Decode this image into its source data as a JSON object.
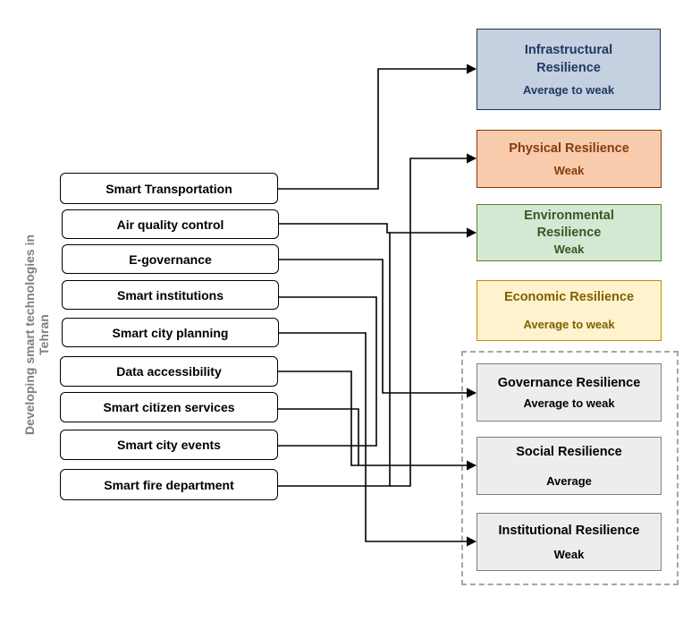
{
  "side_label": "Developing smart technologies in Tehran",
  "technologies": [
    {
      "label": "Smart Transportation"
    },
    {
      "label": "Air quality control"
    },
    {
      "label": "E-governance"
    },
    {
      "label": "Smart institutions"
    },
    {
      "label": "Smart city planning"
    },
    {
      "label": "Data accessibility"
    },
    {
      "label": "Smart citizen services"
    },
    {
      "label": "Smart city events"
    },
    {
      "label": "Smart fire department"
    }
  ],
  "resilience": [
    {
      "title": "Infrastructural Resilience",
      "level": "Average to weak",
      "fill": "#c5d0e0",
      "border": "#1f3050",
      "color": "#1f3864"
    },
    {
      "title": "Physical Resilience",
      "level": "Weak",
      "fill": "#f8cbad",
      "border": "#843c0c",
      "color": "#843c0c"
    },
    {
      "title": "Environmental Resilience",
      "level": "Weak",
      "fill": "#d5e8d4",
      "border": "#548235",
      "color": "#375623"
    },
    {
      "title": "Economic Resilience",
      "level": "Average to weak",
      "fill": "#fff2cc",
      "border": "#bf9000",
      "color": "#7f6000"
    },
    {
      "title": "Governance Resilience",
      "level": "Average to weak",
      "fill": "#ededed",
      "border": "#7f7f7f",
      "color": "#000000"
    },
    {
      "title": "Social Resilience",
      "level": "Average",
      "fill": "#ededed",
      "border": "#7f7f7f",
      "color": "#000000"
    },
    {
      "title": "Institutional Resilience",
      "level": "Weak",
      "fill": "#ededed",
      "border": "#7f7f7f",
      "color": "#000000"
    }
  ]
}
